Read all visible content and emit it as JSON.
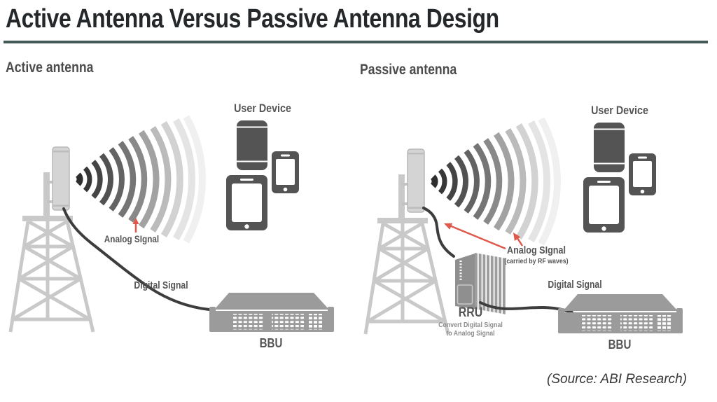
{
  "title": "Active Antenna Versus Passive Antenna Design",
  "source": "(Source: ABI Research)",
  "colors": {
    "title_rule_accent": "#445a56",
    "annotation_arrow_red": "#e0584b",
    "device_dark_gray": "#545454",
    "equipment_gray": "#9b9b9b",
    "tower_light_gray": "#c9c9c9",
    "label_gray": "#555555"
  },
  "icons": {
    "tower": "lattice-tower-icon",
    "antenna": "antenna-panel-icon",
    "waves": "radio-waves-icon",
    "bbu": "server-unit-icon",
    "rru": "remote-radio-unit-icon",
    "devices": "smartphone-tablet-icons",
    "arrow": "red-annotation-arrow-icon"
  },
  "active": {
    "heading": "Active antenna",
    "user_device_label": "User Device",
    "analog_label": "Analog SIgnal",
    "digital_label": "Digital Signal",
    "bbu_label": "BBU"
  },
  "passive": {
    "heading": "Passive antenna",
    "user_device_label": "User Device",
    "analog_label": "Analog SIgnal",
    "analog_sublabel": "(carried by RF waves)",
    "digital_label": "Digital Signal",
    "rru_label": "RRU",
    "rru_caption_line1": "Convert Digital Signal",
    "rru_caption_line2": "to Analog Signal",
    "bbu_label": "BBU"
  }
}
